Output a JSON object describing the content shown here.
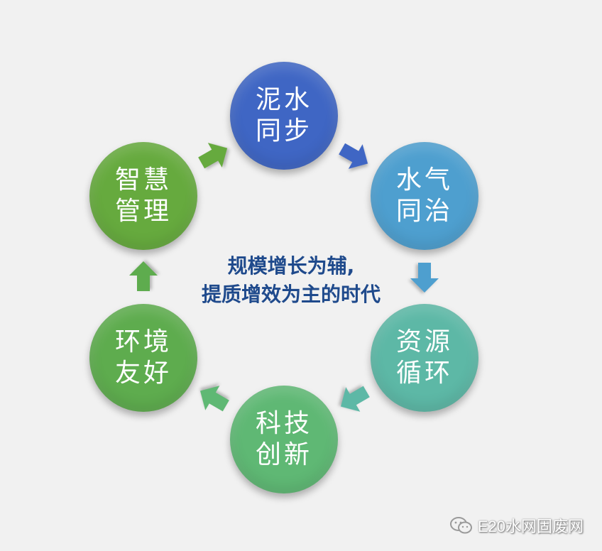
{
  "nodes": [
    {
      "id": "sludge-water",
      "label": "泥水同步",
      "color": "#3f66c4"
    },
    {
      "id": "water-gas",
      "label": "水气同治",
      "color": "#4e9fcf"
    },
    {
      "id": "resource",
      "label": "资源循环",
      "color": "#5db8a6"
    },
    {
      "id": "tech",
      "label": "科技创新",
      "color": "#5fb874"
    },
    {
      "id": "environment",
      "label": "环境友好",
      "color": "#5eac4e"
    },
    {
      "id": "smart",
      "label": "智慧管理",
      "color": "#66aa3e"
    }
  ],
  "arrows": [
    {
      "from": "sludge-water",
      "to": "water-gas",
      "color": "#3f66c4"
    },
    {
      "from": "water-gas",
      "to": "resource",
      "color": "#4e9fcf"
    },
    {
      "from": "resource",
      "to": "tech",
      "color": "#5db8a6"
    },
    {
      "from": "tech",
      "to": "environment",
      "color": "#5fb874"
    },
    {
      "from": "environment",
      "to": "smart",
      "color": "#5eac4e"
    },
    {
      "from": "smart",
      "to": "sludge-water",
      "color": "#66aa3e"
    }
  ],
  "center": {
    "line1": "规模增长为辅,",
    "line2": "提质增效为主的时代"
  },
  "watermark": {
    "text": "E20水网固废网"
  }
}
